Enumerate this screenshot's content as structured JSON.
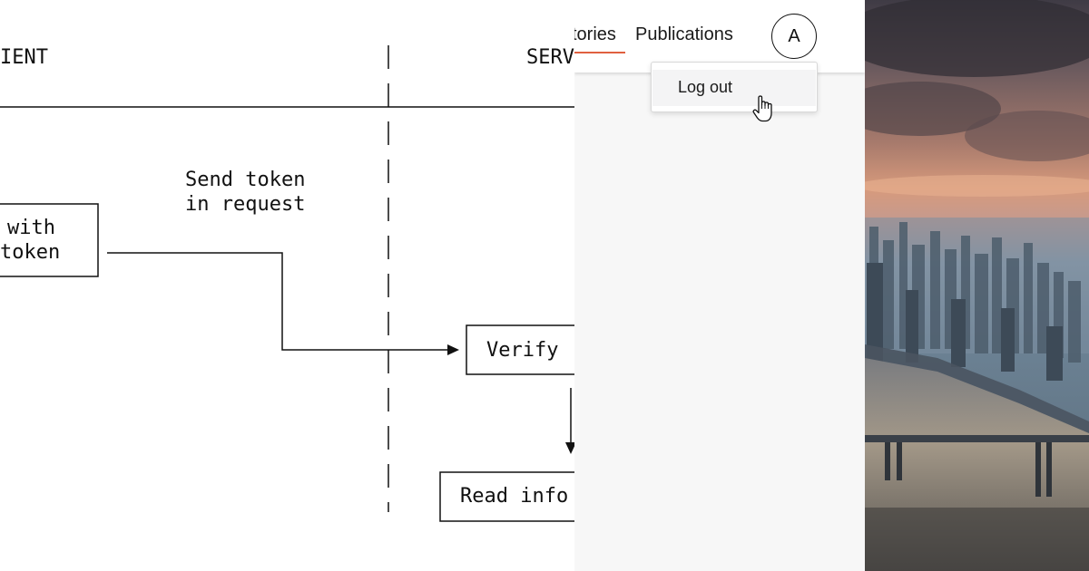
{
  "diagram": {
    "column_left": "IENT",
    "column_right": "SERV",
    "client_box": [
      "with",
      "token"
    ],
    "send_label": [
      "Send token",
      "in request"
    ],
    "verify_box": "Verify",
    "read_box": "Read info"
  },
  "nav": {
    "stories": "tories",
    "publications": "Publications",
    "avatar_initial": "A"
  },
  "menu": {
    "logout": "Log out"
  },
  "icons": {
    "cursor": "pointer-hand-icon"
  },
  "colors": {
    "active_underline": "#e0603f",
    "panel_background": "#f7f7f7"
  }
}
